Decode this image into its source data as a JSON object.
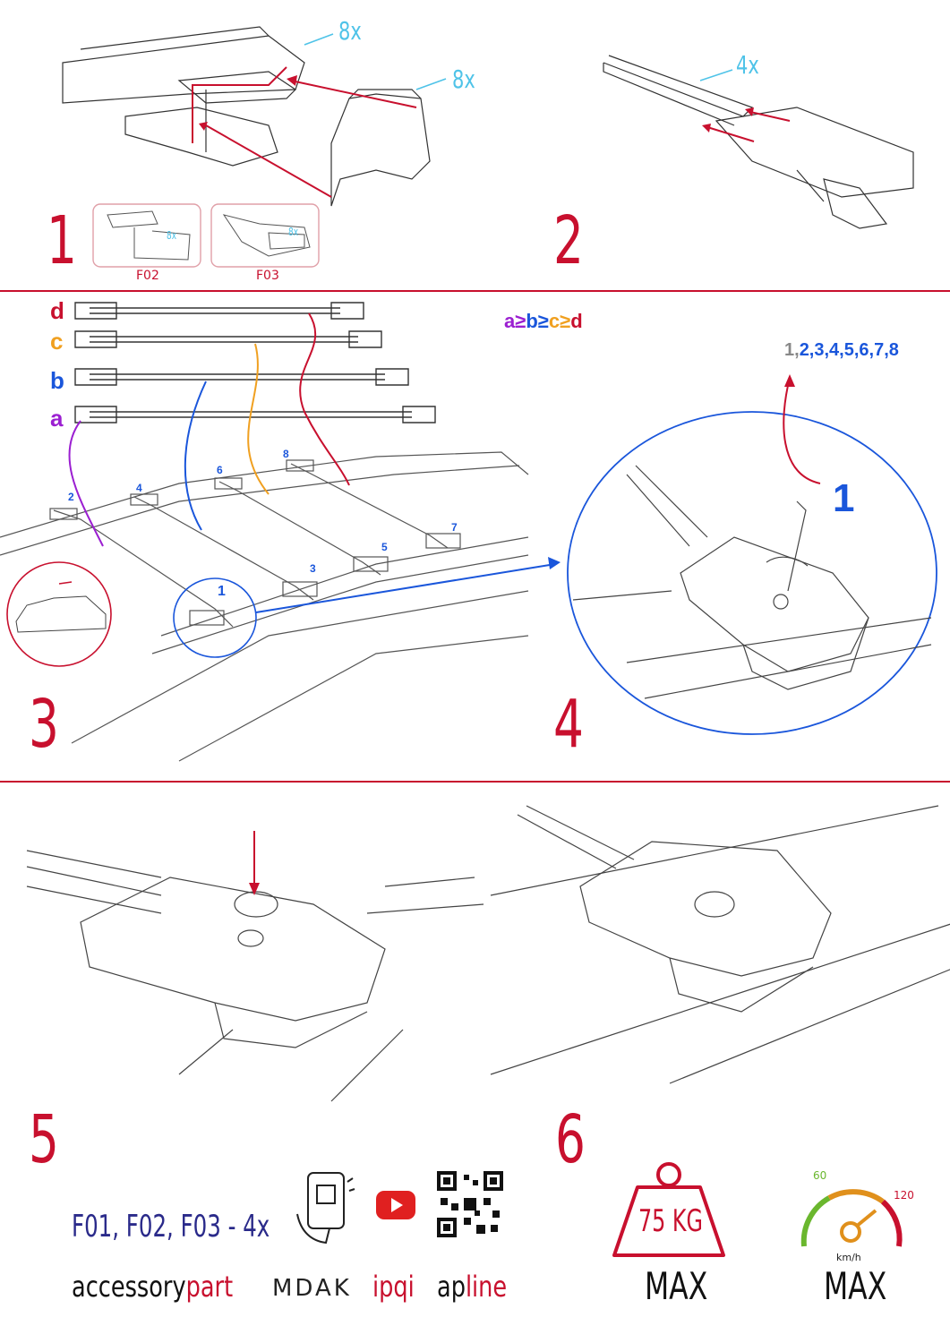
{
  "steps": {
    "s1": "1",
    "s2": "2",
    "s3": "3",
    "s4": "4",
    "s5": "5",
    "s6": "6"
  },
  "step1": {
    "qty_top": "8x",
    "qty_side": "8x",
    "inset_a_qty": "8x",
    "inset_b_qty": "8x",
    "inset_a_label": "F02",
    "inset_b_label": "F03"
  },
  "step2": {
    "qty": "4x"
  },
  "step3": {
    "bar_labels": [
      "d",
      "c",
      "b",
      "a"
    ],
    "order_parts": [
      "a",
      "≥",
      "b",
      "≥",
      "c",
      "≥",
      "d"
    ],
    "positions": [
      "1",
      "2",
      "3",
      "4",
      "5",
      "6",
      "7",
      "8"
    ]
  },
  "step4": {
    "sequence_prefix": "1,",
    "sequence_rest": "2,3,4,5,6,7,8",
    "callout": "1"
  },
  "step5": {
    "parts_label": "F01, F02, F03 - 4x"
  },
  "brands": {
    "accessory_a": "accessory",
    "accessory_b": "part",
    "mdak": "MDAK",
    "ipqi": "ipqi",
    "apline_a": "ap",
    "apline_b": "line"
  },
  "step6": {
    "weight": "75 KG",
    "weight_label": "MAX",
    "speed_label": "MAX",
    "speed_min": "60",
    "speed_max": "120",
    "speed_unit": "km/h"
  },
  "colors": {
    "accent": "#c8102e",
    "qty": "#4fc3e8",
    "blue": "#1a56db",
    "a": "#9b1fd1",
    "b": "#1a56db",
    "c": "#f0a020",
    "d": "#c8102e"
  },
  "icons": [
    "phone-qr-icon",
    "youtube-icon",
    "qr-code-icon",
    "weight-icon",
    "speedometer-icon"
  ]
}
